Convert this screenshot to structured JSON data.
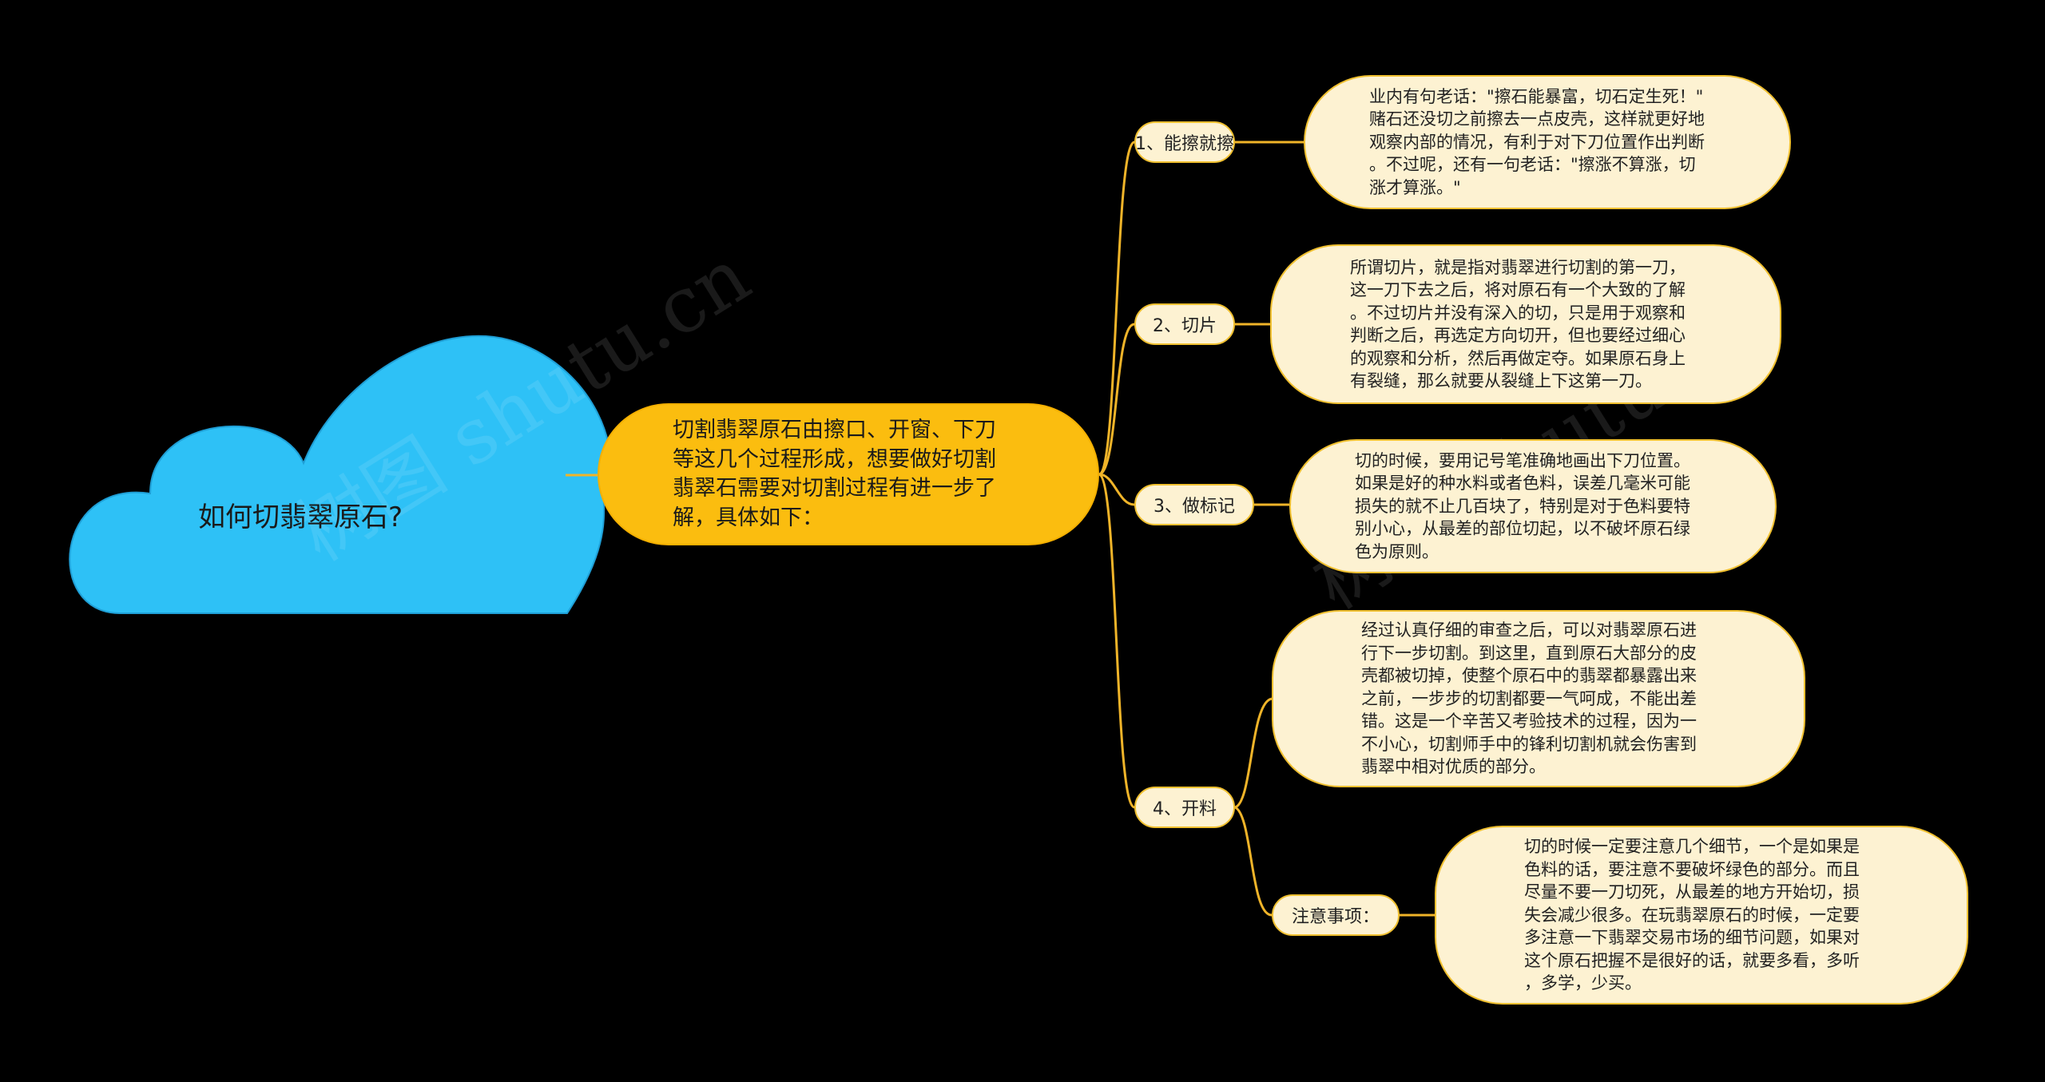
{
  "colors": {
    "background": "#000000",
    "root_fill": "#2ec1f6",
    "center_fill": "#fbbd0f",
    "node_fill": "#fdf2d2",
    "connector": "#f0b429"
  },
  "root": {
    "title": "如何切翡翠原石?"
  },
  "center": {
    "text": "切割翡翠原石由擦口、开窗、下刀\n等这几个过程形成，想要做好切割\n翡翠石需要对切割过程有进一步了\n解，具体如下："
  },
  "branches": [
    {
      "label": "1、能擦就擦",
      "detail": "业内有句老话：\"擦石能暴富，切石定生死！\"\n赌石还没切之前擦去一点皮壳，这样就更好地\n观察内部的情况，有利于对下刀位置作出判断\n。不过呢，还有一句老话：\"擦涨不算涨，切\n涨才算涨。\""
    },
    {
      "label": "2、切片",
      "detail": "所谓切片，就是指对翡翠进行切割的第一刀，\n这一刀下去之后，将对原石有一个大致的了解\n。不过切片并没有深入的切，只是用于观察和\n判断之后，再选定方向切开，但也要经过细心\n的观察和分析，然后再做定夺。如果原石身上\n有裂缝，那么就要从裂缝上下这第一刀。"
    },
    {
      "label": "3、做标记",
      "detail": "切的时候，要用记号笔准确地画出下刀位置。\n如果是好的种水料或者色料，误差几毫米可能\n损失的就不止几百块了，特别是对于色料要特\n别小心，从最差的部位切起，以不破坏原石绿\n色为原则。"
    },
    {
      "label": "4、开料",
      "detail": "经过认真仔细的审查之后，可以对翡翠原石进\n行下一步切割。到这里，直到原石大部分的皮\n壳都被切掉，使整个原石中的翡翠都暴露出来\n之前，一步步的切割都要一气呵成，不能出差\n错。这是一个辛苦又考验技术的过程，因为一\n不小心，切割师手中的锋利切割机就会伤害到\n翡翠中相对优质的部分。",
      "sub": {
        "label": "注意事项：",
        "detail": "切的时候一定要注意几个细节，一个是如果是\n色料的话，要注意不要破坏绿色的部分。而且\n尽量不要一刀切死，从最差的地方开始切，损\n失会减少很多。在玩翡翠原石的时候，一定要\n多注意一下翡翠交易市场的细节问题，如果对\n这个原石把握不是很好的话，就要多看，多听\n，多学，少买。"
      }
    }
  ],
  "watermark": {
    "text": "树图 shutu.cn"
  }
}
